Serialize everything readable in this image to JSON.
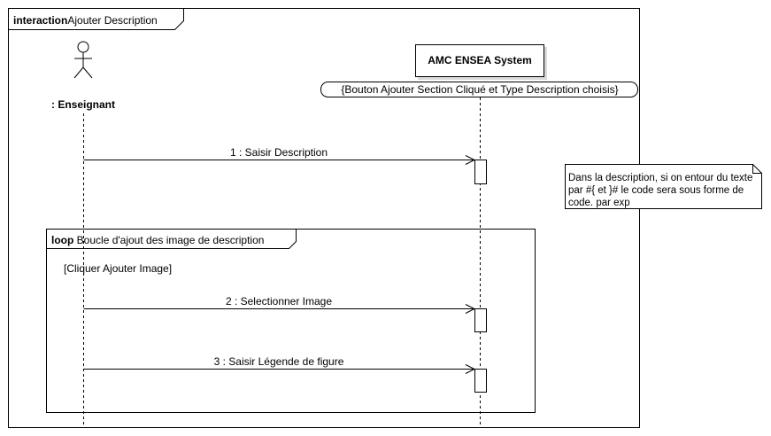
{
  "frame": {
    "keyword": "interaction",
    "name": "Ajouter Description"
  },
  "actor": {
    "name": ": Enseignant"
  },
  "system": {
    "name": "AMC ENSEA System",
    "state_invariant": "{Bouton Ajouter Section Cliqué et Type Description choisis}"
  },
  "messages": [
    {
      "label": "1 : Saisir Description"
    },
    {
      "label": "2 : Selectionner Image"
    },
    {
      "label": "3 : Saisir Légende de figure"
    }
  ],
  "loop": {
    "keyword": "loop",
    "name": "Boucle d'ajout des image de description",
    "guard": "[Cliquer Ajouter Image]"
  },
  "note": {
    "text": "Dans la description, si on entour du texte par #{ et }# le code sera sous forme de code. par exp"
  }
}
